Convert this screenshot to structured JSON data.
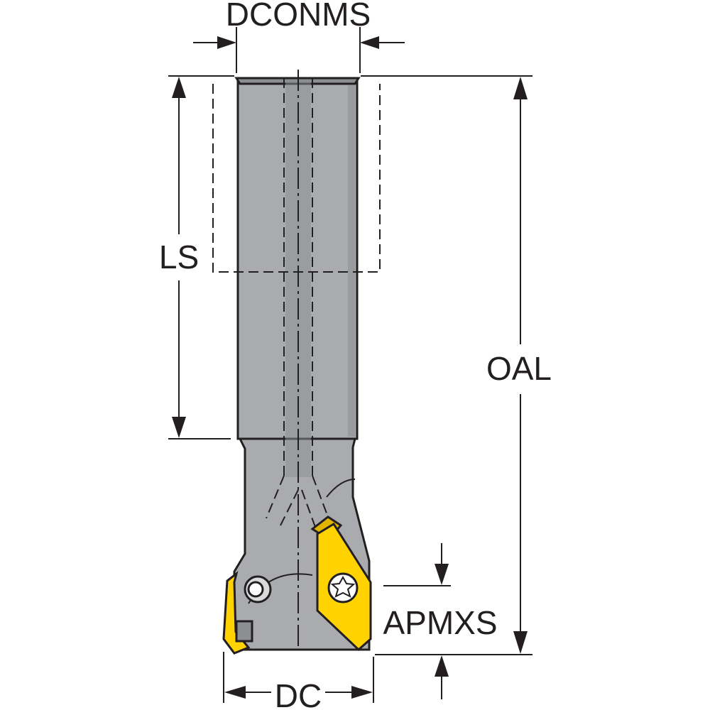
{
  "labels": {
    "dconms": "DCONMS",
    "ls": "LS",
    "oal": "OAL",
    "apmxs": "APMXS",
    "dc": "DC"
  },
  "colors": {
    "body": "#a9abae",
    "body_dark": "#8c8f92",
    "insert": "#ffd200",
    "insert_shadow": "#e0b400",
    "line": "#231f20",
    "background": "#ffffff"
  },
  "icons": {
    "insert_screw": "torx-screw-icon"
  }
}
